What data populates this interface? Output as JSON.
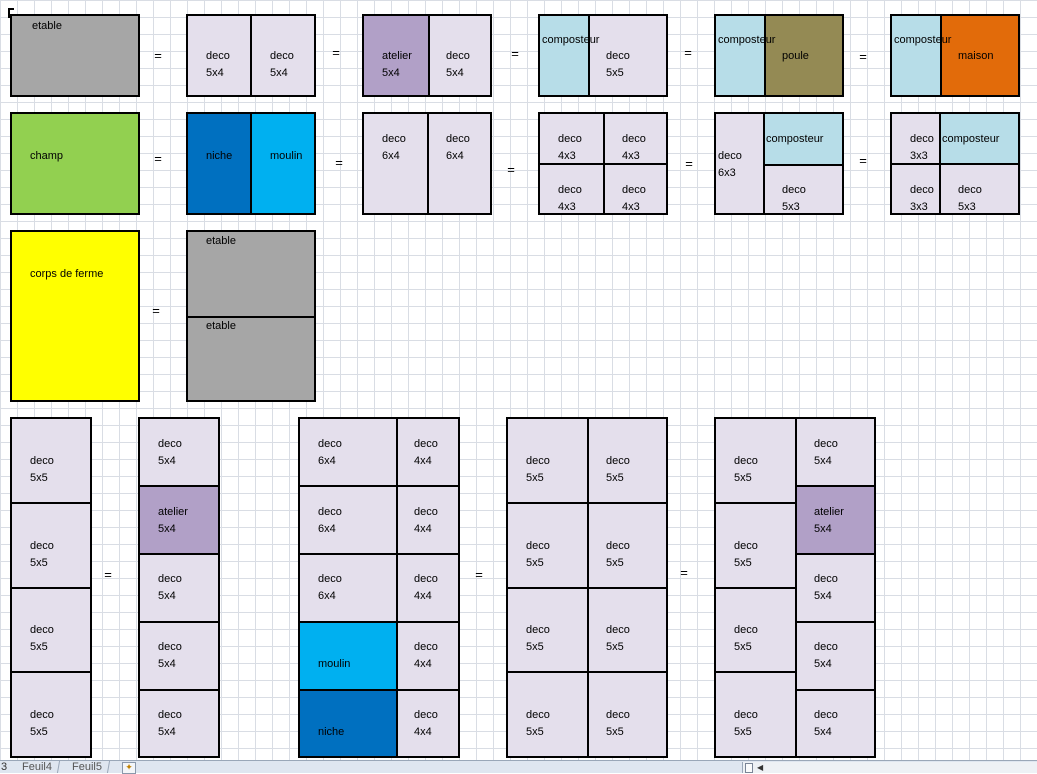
{
  "sheet": {
    "equals": "=",
    "row1": {
      "etable": "etable",
      "a_left_name": "deco",
      "a_left_size": "5x4",
      "a_right_name": "deco",
      "a_right_size": "5x4",
      "b_left_name": "atelier",
      "b_left_size": "5x4",
      "b_right_name": "deco",
      "b_right_size": "5x4",
      "c_comp": "composteur",
      "c_deco": "deco",
      "c_size": "5x5",
      "d_comp": "composteur",
      "d_poule": "poule",
      "e_comp": "composteur",
      "e_maison": "maison"
    },
    "row2": {
      "champ": "champ",
      "a_niche": "niche",
      "a_moulin": "moulin",
      "b_left_name": "deco",
      "b_left_size": "6x4",
      "b_right_name": "deco",
      "b_right_size": "6x4",
      "c_cells": [
        {
          "name": "deco",
          "size": "4x3"
        },
        {
          "name": "deco",
          "size": "4x3"
        },
        {
          "name": "deco",
          "size": "4x3"
        },
        {
          "name": "deco",
          "size": "4x3"
        }
      ],
      "d_left_name": "deco",
      "d_left_size": "6x3",
      "d_comp": "composteur",
      "d_deco_name": "deco",
      "d_deco_size": "5x3",
      "e_tl_name": "deco",
      "e_tl_size": "3x3",
      "e_comp": "composteur",
      "e_bl_name": "deco",
      "e_bl_size": "3x3",
      "e_br_name": "deco",
      "e_br_size": "5x3"
    },
    "row3": {
      "corps": "corps de ferme",
      "etable_top": "etable",
      "etable_bottom": "etable"
    },
    "row4": {
      "col1": [
        {
          "name": "deco",
          "size": "5x5"
        },
        {
          "name": "deco",
          "size": "5x5"
        },
        {
          "name": "deco",
          "size": "5x5"
        },
        {
          "name": "deco",
          "size": "5x5"
        }
      ],
      "col2": [
        {
          "name": "deco",
          "size": "5x4"
        },
        {
          "name": "atelier",
          "size": "5x4"
        },
        {
          "name": "deco",
          "size": "5x4"
        },
        {
          "name": "deco",
          "size": "5x4"
        },
        {
          "name": "deco",
          "size": "5x4"
        }
      ],
      "col3_left": [
        {
          "name": "deco",
          "size": "6x4"
        },
        {
          "name": "deco",
          "size": "6x4"
        },
        {
          "name": "deco",
          "size": "6x4"
        },
        {
          "name": "moulin",
          "size": ""
        },
        {
          "name": "niche",
          "size": ""
        }
      ],
      "col3_right": [
        {
          "name": "deco",
          "size": "4x4"
        },
        {
          "name": "deco",
          "size": "4x4"
        },
        {
          "name": "deco",
          "size": "4x4"
        },
        {
          "name": "deco",
          "size": "4x4"
        },
        {
          "name": "deco",
          "size": "4x4"
        }
      ],
      "col4_left": [
        {
          "name": "deco",
          "size": "5x5"
        },
        {
          "name": "deco",
          "size": "5x5"
        },
        {
          "name": "deco",
          "size": "5x5"
        },
        {
          "name": "deco",
          "size": "5x5"
        }
      ],
      "col4_right": [
        {
          "name": "deco",
          "size": "5x5"
        },
        {
          "name": "deco",
          "size": "5x5"
        },
        {
          "name": "deco",
          "size": "5x5"
        },
        {
          "name": "deco",
          "size": "5x5"
        }
      ],
      "col5_left": [
        {
          "name": "deco",
          "size": "5x5"
        },
        {
          "name": "deco",
          "size": "5x5"
        },
        {
          "name": "deco",
          "size": "5x5"
        },
        {
          "name": "deco",
          "size": "5x5"
        }
      ],
      "col5_right": [
        {
          "name": "deco",
          "size": "5x4"
        },
        {
          "name": "atelier",
          "size": "5x4"
        },
        {
          "name": "deco",
          "size": "5x4"
        },
        {
          "name": "deco",
          "size": "5x4"
        },
        {
          "name": "deco",
          "size": "5x4"
        }
      ]
    }
  },
  "statusbar": {
    "sheet_number_fragment": "3",
    "tabs": [
      "Feuil4",
      "Feuil5"
    ],
    "new_tab_icon": "insert-sheet-icon"
  },
  "colors": {
    "deco": "#e4dfec",
    "atelier": "#b1a0c7",
    "composteur": "#b7dde8",
    "etable": "#a6a6a6",
    "champ": "#92d050",
    "niche": "#0070c0",
    "moulin": "#00b0f0",
    "poule": "#948a54",
    "maison": "#e26b0a",
    "corps_de_ferme": "#ffff00",
    "gridline": "#d9dde4"
  }
}
